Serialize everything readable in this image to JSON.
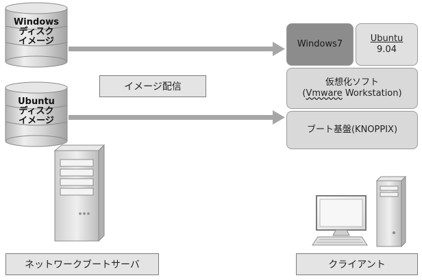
{
  "disks": {
    "windows_label": "Windows\nディスク\nイメージ",
    "ubuntu_label": "Ubuntu\nディスク\nイメージ"
  },
  "distribution_label": "イメージ配信",
  "server_label": "ネットワークブートサーバ",
  "client_label": "クライアント",
  "stack": {
    "windows7": "Windows7",
    "ubuntu_name": "Ubuntu",
    "ubuntu_version": "9.04",
    "virt_line1": "仮想化ソフト",
    "virt_paren_open": "(",
    "virt_vmware": "Vmware",
    "virt_rest": " Workstation)",
    "boot": "ブート基盤(KNOPPIX)"
  },
  "colors": {
    "windows7_fill": "#8c8c8c",
    "ubuntu_fill": "#e0e0e0",
    "virt_fill": "#d9d9d9",
    "boot_fill": "#d9d9d9",
    "arrow": "#a6a6a6",
    "disk_body": "#c8c8c8"
  }
}
